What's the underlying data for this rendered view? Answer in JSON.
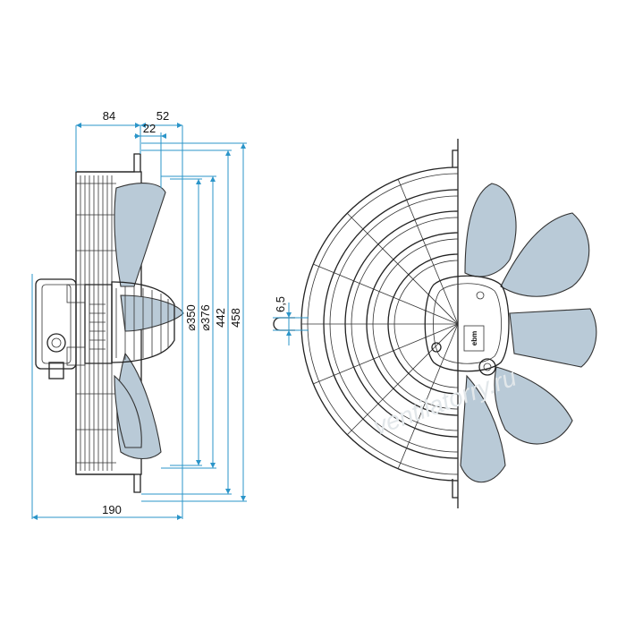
{
  "dimensions": {
    "d84": "84",
    "d52": "52",
    "d22": "22",
    "d190": "190",
    "d6_5": "6,5",
    "dia350": "⌀350",
    "dia376": "⌀376",
    "d442": "442",
    "d458": "458"
  },
  "badge": "ebm",
  "watermark": "ventilatorry.ru",
  "colors": {
    "dimension_line": "#2b95c9",
    "blade_fill": "#b9cad7",
    "outline": "#222222"
  }
}
